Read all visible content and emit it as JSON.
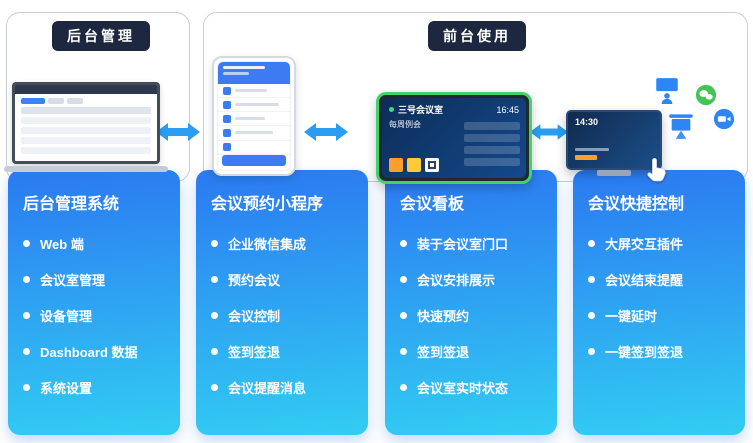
{
  "sections": {
    "backend_label": "后台管理",
    "frontend_label": "前台使用"
  },
  "cards": [
    {
      "title": "后台管理系统",
      "items": [
        "Web 端",
        "会议室管理",
        "设备管理",
        "Dashboard 数据",
        "系统设置"
      ]
    },
    {
      "title": "会议预约小程序",
      "items": [
        "企业微信集成",
        "预约会议",
        "会议控制",
        "签到签退",
        "会议提醒消息"
      ]
    },
    {
      "title": "会议看板",
      "items": [
        "装于会议室门口",
        "会议安排展示",
        "快速预约",
        "签到签退",
        "会议室实时状态"
      ]
    },
    {
      "title": "会议快捷控制",
      "items": [
        "大屏交互插件",
        "会议结束提醒",
        "一键延时",
        "一键签到签退"
      ]
    }
  ],
  "devices": {
    "kanban": {
      "room": "三号会议室",
      "time": "16:45",
      "meeting": "每周例会"
    },
    "tv": {
      "time": "14:30"
    }
  },
  "icons": [
    "presenter-icon",
    "wechat-icon",
    "projector-screen-icon",
    "video-call-icon",
    "tap-hand-icon"
  ],
  "colors": {
    "card_gradient_start": "#2b79f1",
    "card_gradient_end": "#32cdf3",
    "badge_bg": "#1e2740",
    "arrow_blue": "#2a9df2",
    "kanban_frame_green": "#43d16d",
    "accent_orange": "#ff9e2c",
    "wechat_green": "#43c553"
  }
}
